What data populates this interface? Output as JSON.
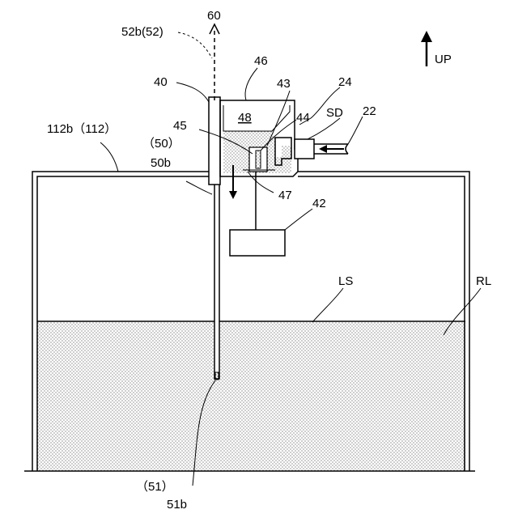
{
  "labels": {
    "l60": "60",
    "l52": "52b(52)",
    "l46": "46",
    "l40": "40",
    "l43": "43",
    "l24": "24",
    "l48": "48",
    "l44": "44",
    "lSD": "SD",
    "l22": "22",
    "l112": "112b（112）",
    "l45": "45",
    "l50": "（50）",
    "l50b": "50b",
    "l47": "47",
    "l42": "42",
    "lLS": "LS",
    "lRL": "RL",
    "l51": "（51）",
    "l51b": "51b",
    "lUP": "UP"
  },
  "colors": {
    "line": "#000000",
    "fill": "#ffffff",
    "stipple": "#555555"
  }
}
